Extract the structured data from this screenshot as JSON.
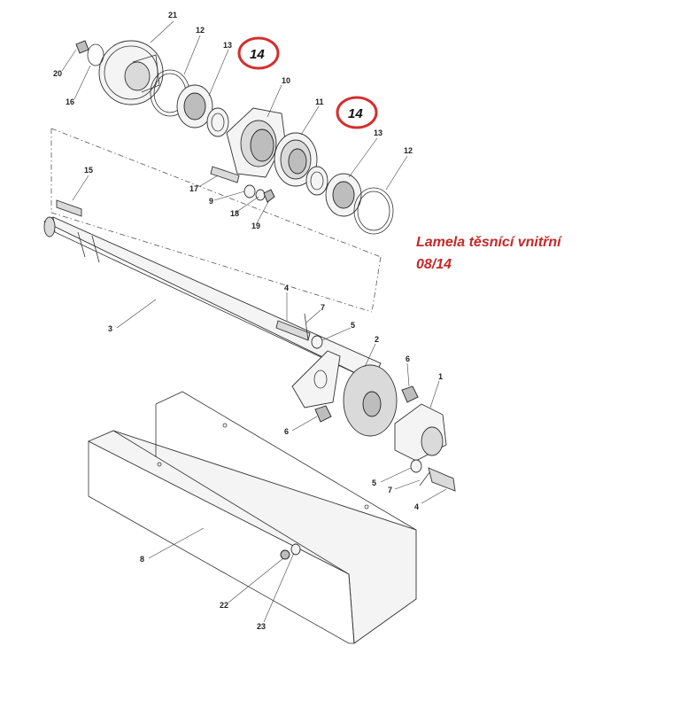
{
  "diagram": {
    "callouts": [
      {
        "id": "c21",
        "label": "21"
      },
      {
        "id": "c12a",
        "label": "12"
      },
      {
        "id": "c13a",
        "label": "13"
      },
      {
        "id": "c10",
        "label": "10"
      },
      {
        "id": "c11",
        "label": "11"
      },
      {
        "id": "c13b",
        "label": "13"
      },
      {
        "id": "c12b",
        "label": "12"
      },
      {
        "id": "c20",
        "label": "20"
      },
      {
        "id": "c16",
        "label": "16"
      },
      {
        "id": "c15",
        "label": "15"
      },
      {
        "id": "c17",
        "label": "17"
      },
      {
        "id": "c9",
        "label": "9"
      },
      {
        "id": "c18",
        "label": "18"
      },
      {
        "id": "c19",
        "label": "19"
      },
      {
        "id": "c3",
        "label": "3"
      },
      {
        "id": "c4a",
        "label": "4"
      },
      {
        "id": "c7a",
        "label": "7"
      },
      {
        "id": "c5a",
        "label": "5"
      },
      {
        "id": "c2",
        "label": "2"
      },
      {
        "id": "c6a",
        "label": "6"
      },
      {
        "id": "c1",
        "label": "1"
      },
      {
        "id": "c6b",
        "label": "6"
      },
      {
        "id": "c5b",
        "label": "5"
      },
      {
        "id": "c7b",
        "label": "7"
      },
      {
        "id": "c4b",
        "label": "4"
      },
      {
        "id": "c8",
        "label": "8"
      },
      {
        "id": "c22",
        "label": "22"
      },
      {
        "id": "c23",
        "label": "23"
      }
    ],
    "highlights": [
      {
        "id": "h1",
        "label": "14"
      },
      {
        "id": "h2",
        "label": "14"
      }
    ],
    "caption": {
      "line1": "Lamela těsnící vnitřní",
      "line2": "08/14"
    },
    "colors": {
      "highlight_ring": "#d32f2f",
      "caption_text": "#c62828",
      "line": "#333333"
    }
  }
}
